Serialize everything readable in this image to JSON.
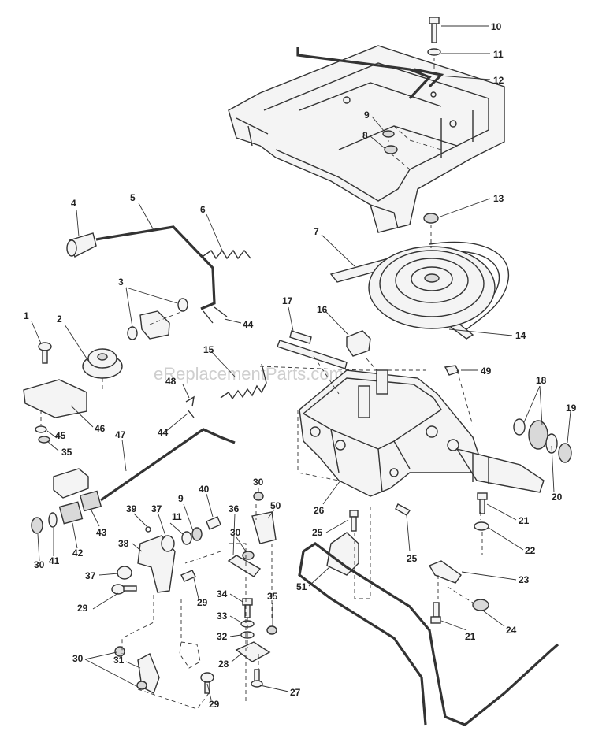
{
  "watermark": "eReplacementParts.com",
  "callouts": [
    "1",
    "2",
    "3",
    "4",
    "5",
    "6",
    "7",
    "8",
    "9",
    "9",
    "10",
    "11",
    "11",
    "12",
    "13",
    "14",
    "15",
    "16",
    "17",
    "18",
    "19",
    "20",
    "21",
    "21",
    "22",
    "23",
    "24",
    "25",
    "25",
    "26",
    "27",
    "28",
    "29",
    "29",
    "29",
    "30",
    "30",
    "30",
    "30",
    "31",
    "32",
    "33",
    "34",
    "35",
    "35",
    "36",
    "37",
    "37",
    "38",
    "39",
    "40",
    "41",
    "42",
    "43",
    "44",
    "44",
    "45",
    "46",
    "47",
    "48",
    "49",
    "50",
    "51"
  ]
}
